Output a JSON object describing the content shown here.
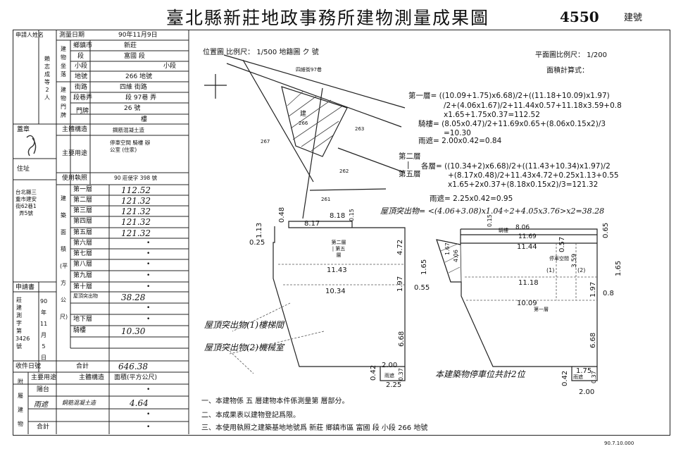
{
  "title": "臺北縣新莊地政事務所建物測量成果圖",
  "building_no": "4550",
  "building_no_label": "建號",
  "applicant": {
    "label": "申請人姓名",
    "name_vertical": "賴志成等2人",
    "seal_label": "蓋章",
    "addr_label": "住址",
    "addr_vertical": "台北縣三重市建安街62巷1弄5號"
  },
  "survey_date": {
    "label": "測量日期",
    "value": "90年11月9日"
  },
  "location": {
    "group_label": "建物坐落",
    "rows": [
      {
        "label": "鄉鎮市",
        "value": "新莊"
      },
      {
        "label": "段",
        "value": "富國 段"
      },
      {
        "label": "小段",
        "value": "小段"
      },
      {
        "label": "地號",
        "value": "266 地號"
      }
    ]
  },
  "door": {
    "group_label": "建物門牌",
    "rows": [
      {
        "label": "街路",
        "value": "四維 街路"
      },
      {
        "label": "段巷弄",
        "value": "段 97巷 弄"
      },
      {
        "label": "門牌",
        "value": "26 號"
      },
      {
        "label": "",
        "value": "樓"
      }
    ]
  },
  "structure": {
    "label": "主體構造",
    "value": "鋼筋混凝土造"
  },
  "usage": {
    "label": "主要用途",
    "value": "停車空間 騎樓 辦公室 (住家)"
  },
  "permit": {
    "label": "使用執照",
    "value": "90 莊使字 398 號"
  },
  "floors": {
    "group_label": "建築面積(平方公尺)",
    "rows": [
      {
        "label": "第一層",
        "value": "112.52"
      },
      {
        "label": "第二層",
        "value": "121.32"
      },
      {
        "label": "第三層",
        "value": "121.32"
      },
      {
        "label": "第四層",
        "value": "121.32"
      },
      {
        "label": "第五層",
        "value": "121.32"
      },
      {
        "label": "第六層",
        "value": "•"
      },
      {
        "label": "第七層",
        "value": "•"
      },
      {
        "label": "第八層",
        "value": "•"
      },
      {
        "label": "第九層",
        "value": "•"
      },
      {
        "label": "第十層",
        "value": "•"
      },
      {
        "label": "屋頂突出物",
        "value": "38.28"
      },
      {
        "label": "",
        "value": "•"
      },
      {
        "label": "地下層",
        "value": "•"
      },
      {
        "label": "騎樓",
        "value": "10.30"
      },
      {
        "label": "合計",
        "value": "646.38"
      }
    ]
  },
  "application": {
    "label": "申請書",
    "vertical": "莊建測字第3426號",
    "date_vertical": "90年11月5日",
    "receipt_label": "收件日號"
  },
  "attached": {
    "header": [
      "附屬建物",
      "主要用途",
      "主體構造",
      "面積(平方公尺)"
    ],
    "rows": [
      {
        "use": "陽台",
        "struct": "",
        "area": "•"
      },
      {
        "use": "雨遮",
        "struct": "鋼筋混凝土造",
        "area": "4.64"
      },
      {
        "use": "",
        "struct": "",
        "area": "•"
      },
      {
        "use": "合計",
        "struct": "",
        "area": "•"
      }
    ]
  },
  "drawing": {
    "location_map": "位置圖 比例尺： 1/500 地籍圖 ク 號",
    "plan_scale": "平面圖比例尺： 1/200",
    "calc_title": "面積計算式：",
    "road": "四維街97巷",
    "lots": [
      "266",
      "263",
      "267",
      "262",
      "261"
    ],
    "building_mark": "建",
    "formulas": [
      "第一層= ((10.09+1.75)x6.68)/2+((11.18+10.09)x1.97)",
      "/2+(4.06x1.67)/2+11.44x0.57+11.18x3.59+0.8",
      "x1.65+1.75x0.37=112.52",
      "騎樓= (8.05x0.47)/2+11.69x0.65+(8.06x0.15x2)/3",
      "=10.30",
      "雨遮= 2.00x0.42=0.84",
      "第二層",
      "|",
      "第五層",
      "各層= ((10.34+2)x6.68)/2+((11.43+10.34)x1.97)/2",
      "+(8.17x0.48)/2+11.43x4.72+0.25x1.13+0.55",
      "x1.65+2x0.37+(8.18x0.15x2)/3=121.32",
      "雨遮= 2.25x0.42=0.95",
      "屋頂突出物= <(4.06+3.08)x1.04÷2+4.05x3.76>x2=38.28"
    ],
    "upper_plan": {
      "label": "第二層 | 第五層",
      "dims": [
        "8.18",
        "0.15",
        "8.17",
        "0.48",
        "1.13",
        "0.25",
        "4.72",
        "11.43",
        "1.65",
        "0.55",
        "10.34",
        "1.97",
        "6.68",
        "2.00",
        "0.37",
        "0.42",
        "2.25"
      ],
      "rain": "雨遮"
    },
    "ground_plan": {
      "label": "第一層",
      "dims": [
        "8.06",
        "0.15",
        "11.69",
        "0.65",
        "11.44",
        "0.57",
        "4.06",
        "1.67",
        "3.59",
        "1.65",
        "11.18",
        "0.8",
        "1.97",
        "10.09",
        "6.68",
        "1.75",
        "0.37",
        "0.42",
        "2.00"
      ],
      "arcade": "騎樓",
      "parking": "停車空間",
      "p1": "(1)",
      "p2": "(2)",
      "rain": "雨遮"
    },
    "notes_hw": [
      "屋頂突出物(1)樓梯間",
      "屋頂突出物(2)機械室",
      "本建築物停車位共計2位"
    ]
  },
  "footer": [
    "一、本建物係 五 層建物本件係測量第 層部分。",
    "二、本成果表以建物登記爲限。",
    "三、本使用執照之建築基地地號爲 新莊 鄉鎮市區 富國 段 小段 266 地號"
  ],
  "stamp": "90.7.10.000"
}
